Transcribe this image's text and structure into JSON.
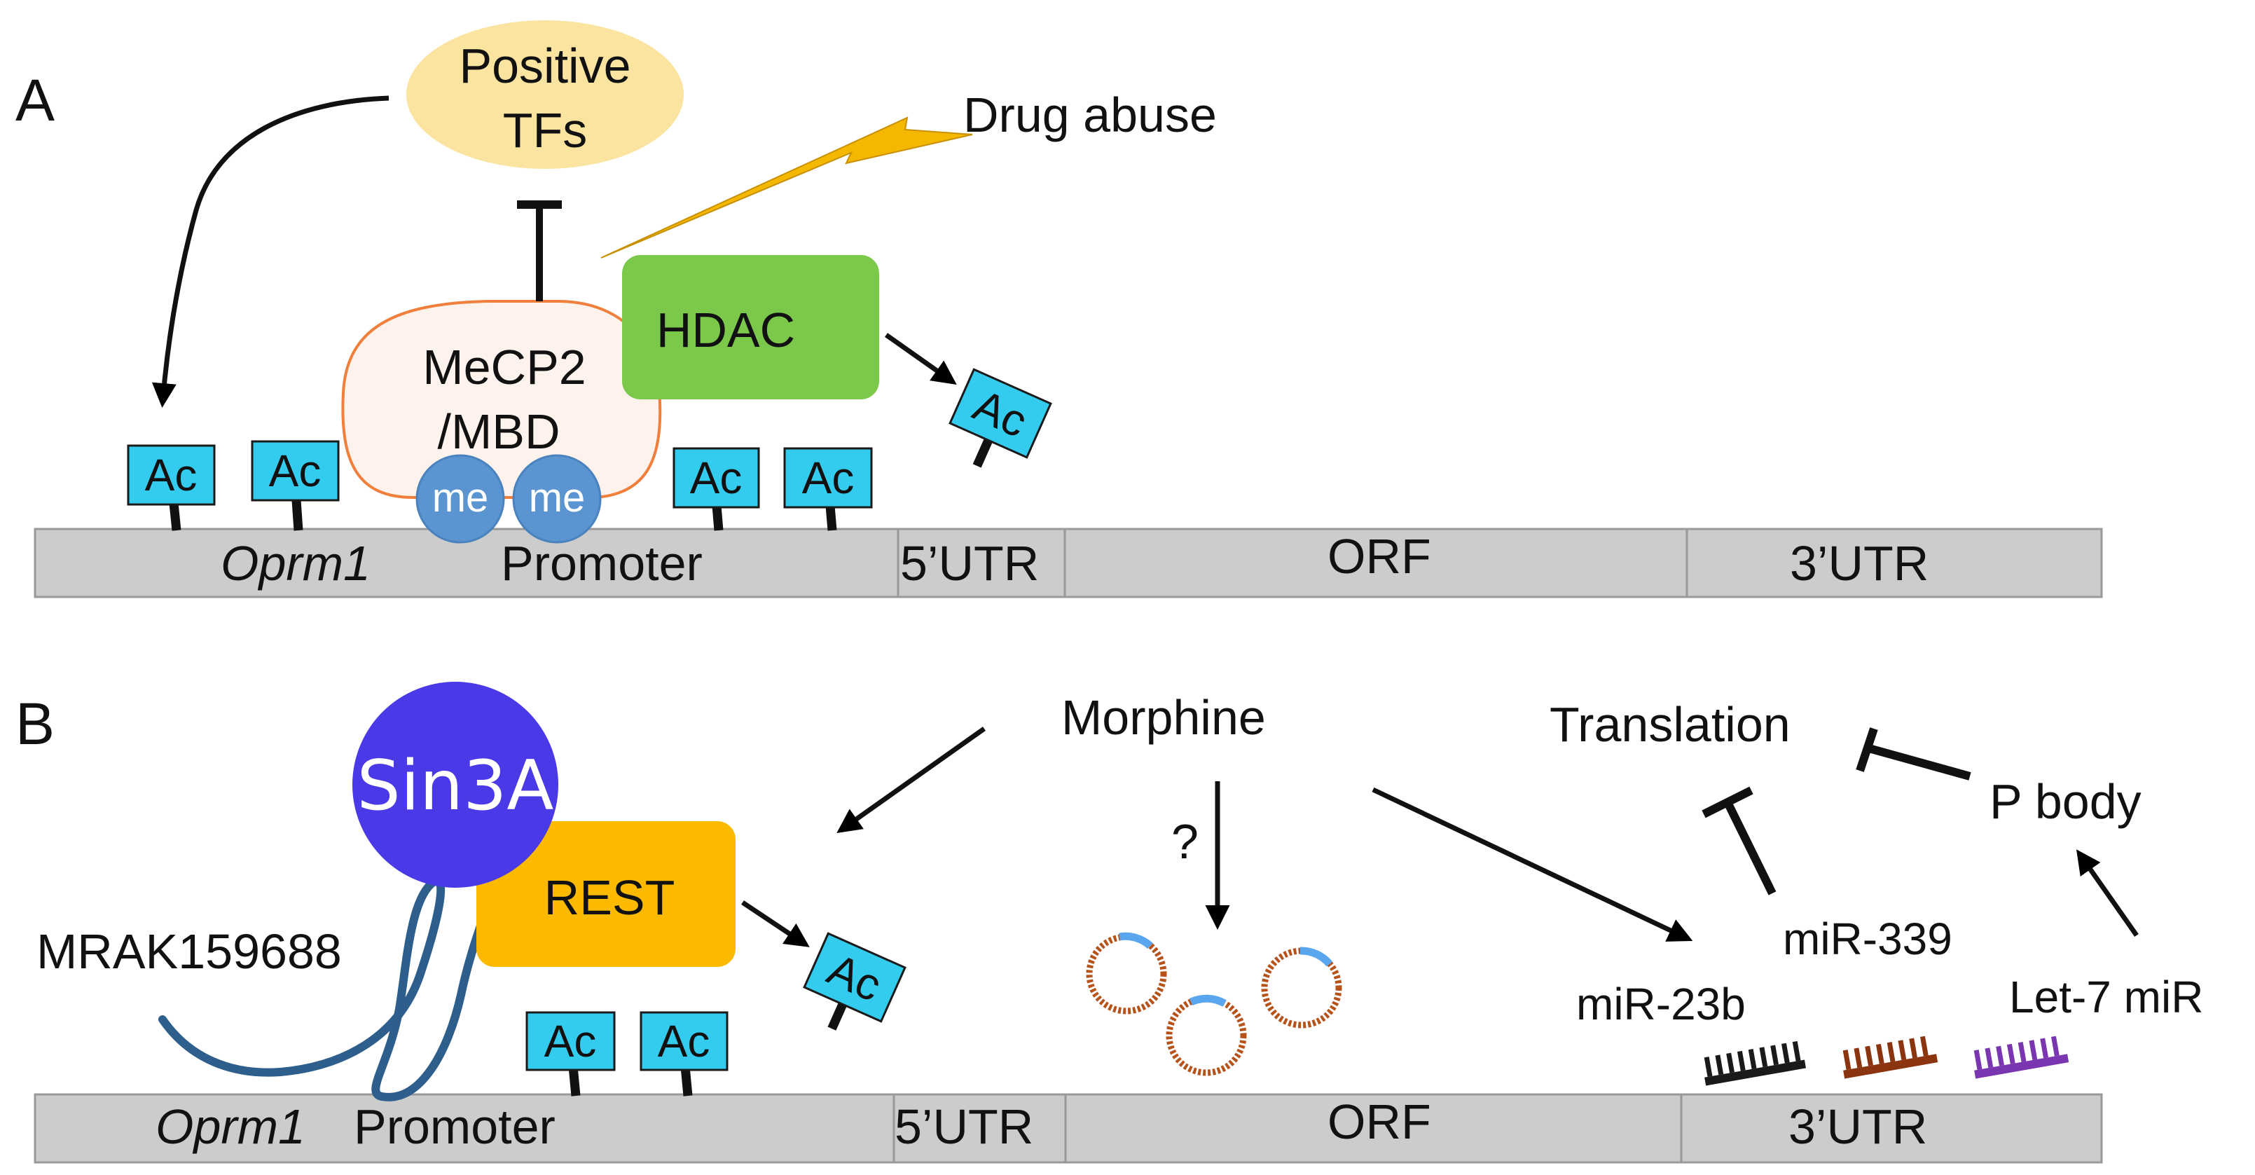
{
  "panels": {
    "A": {
      "letter": "A",
      "gene": {
        "name": "Oprm1",
        "promoter": "Promoter",
        "utr5": "5’UTR",
        "orf": "ORF",
        "utr3": "3’UTR"
      },
      "positive_tfs": {
        "line1": "Positive",
        "line2": "TFs"
      },
      "drug_abuse": "Drug abuse",
      "hdac": "HDAC",
      "mecp2": {
        "line1": "MeCP2",
        "line2": "/MBD"
      },
      "me_label": "me",
      "ac_label": "Ac"
    },
    "B": {
      "letter": "B",
      "gene": {
        "name": "Oprm1",
        "promoter": "Promoter",
        "utr5": "5’UTR",
        "orf": "ORF",
        "utr3": "3’UTR"
      },
      "sin3a": "Sin3A",
      "rest": "REST",
      "lncrna": "MRAK159688",
      "morphine": "Morphine",
      "question": "?",
      "translation": "Translation",
      "p_body": "P body",
      "mirnas": [
        "miR-339",
        "miR-23b",
        "Let-7 miR"
      ],
      "ac_label": "Ac"
    }
  },
  "colors": {
    "gene_bar": "#cccccc",
    "ac_box": "#33ccee",
    "positive_tfs": "#fbe3a0",
    "hdac": "#7cc84b",
    "mecp2_fill": "#fdf3ec",
    "mecp2_border": "#f07f3c",
    "me_circle": "#5a95d2",
    "drug_bolt": "#f5b800",
    "sin3a": "#4a39e6",
    "rest": "#fbb900",
    "lncrna": "#2e5e8c",
    "circ_rna": "#b5531b",
    "circ_rna_cap": "#5aa6ee",
    "mir_339": "#8a3410",
    "mir_23b": "#1a1a1a",
    "let7": "#7a35b0"
  }
}
